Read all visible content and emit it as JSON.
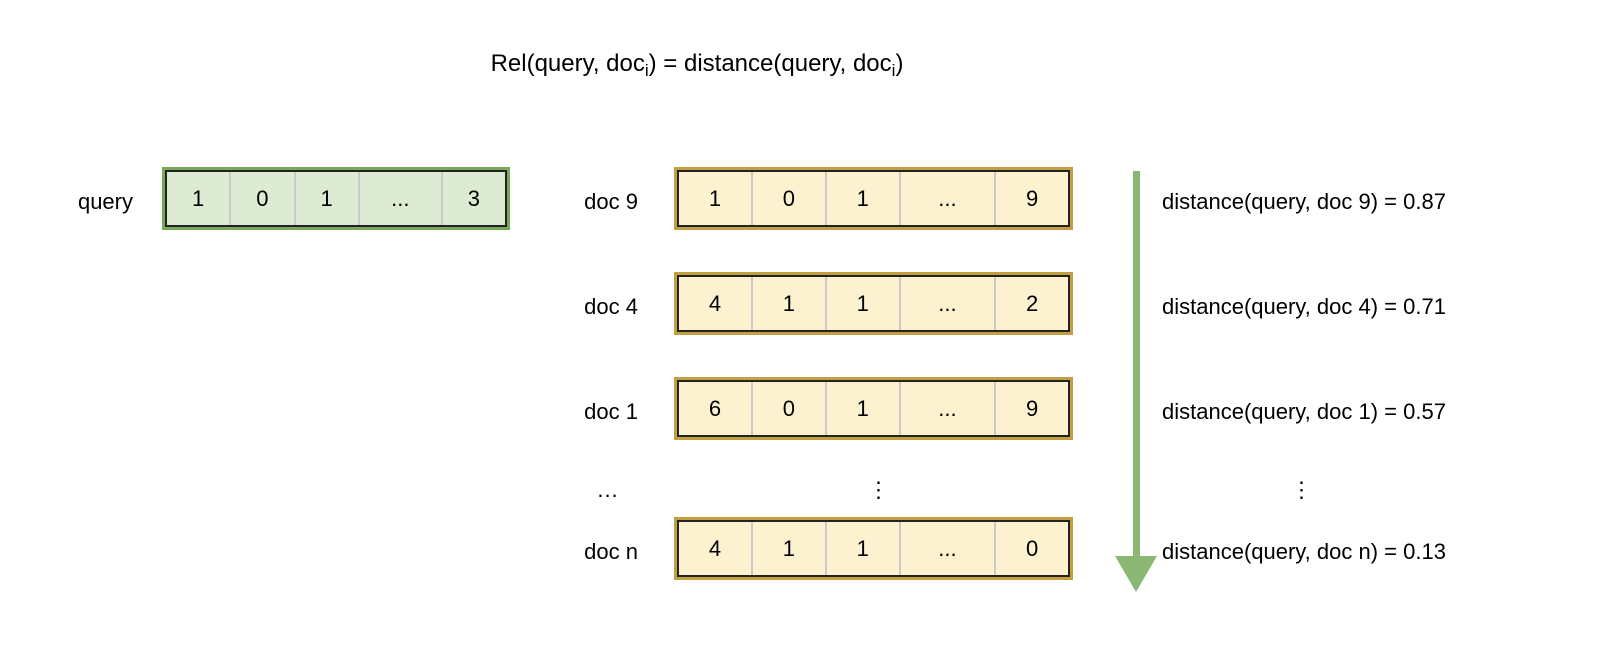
{
  "colors": {
    "text": "#000000",
    "query-fill": "#dcebd1",
    "query-border": "#7aa85a",
    "doc-fill": "#fcf2d0",
    "doc-border": "#c29f41",
    "inner-border": "#222222",
    "cell-divider": "#c9c9c9",
    "arrow-green": "#8ab872"
  },
  "title": {
    "part1": "Rel(query, doc",
    "sub1": "i",
    "part2": ") = distance(query, doc",
    "sub2": "i",
    "part3": ")"
  },
  "query": {
    "label": "query",
    "cells": [
      "1",
      "0",
      "1",
      "...",
      "3"
    ]
  },
  "docs": [
    {
      "label": "doc 9",
      "cells": [
        "1",
        "0",
        "1",
        "...",
        "9"
      ],
      "distance": "distance(query, doc 9) = 0.87"
    },
    {
      "label": "doc 4",
      "cells": [
        "4",
        "1",
        "1",
        "...",
        "2"
      ],
      "distance": "distance(query, doc 4) = 0.71"
    },
    {
      "label": "doc 1",
      "cells": [
        "6",
        "0",
        "1",
        "...",
        "9"
      ],
      "distance": "distance(query, doc 1) = 0.57"
    },
    {
      "label": "doc n",
      "cells": [
        "4",
        "1",
        "1",
        "...",
        "0"
      ],
      "distance": "distance(query, doc n) = 0.13"
    }
  ],
  "ellipsis_row": {
    "label": "...",
    "vector": "⋮",
    "distance": "⋮"
  }
}
